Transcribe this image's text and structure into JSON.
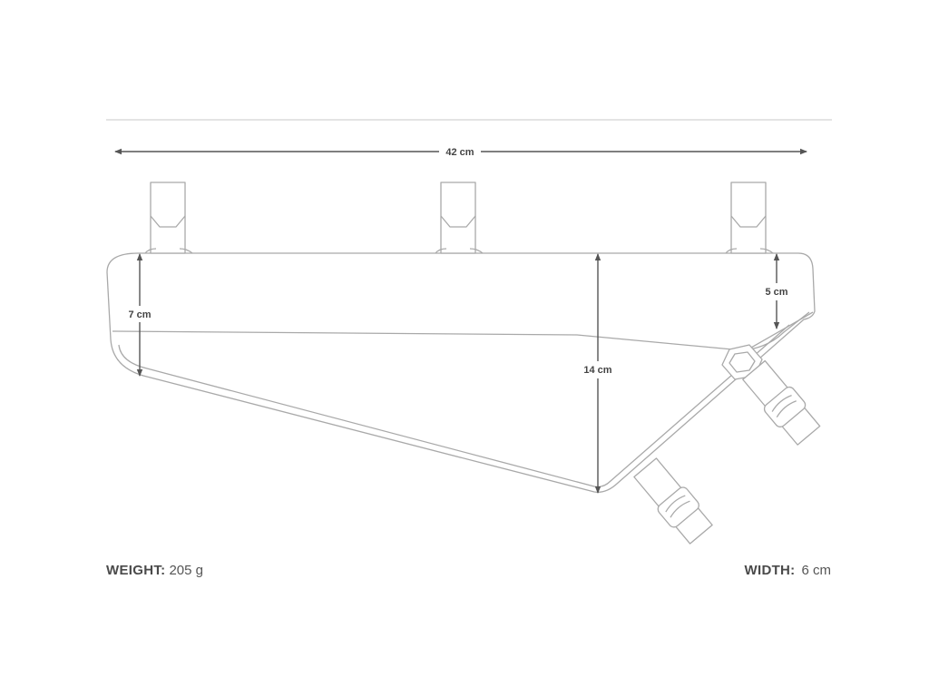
{
  "dimensions": {
    "length": "42 cm",
    "front_height": "7 cm",
    "total_height": "14 cm",
    "rear_height": "5 cm"
  },
  "specs": {
    "weight_label": "WEIGHT:",
    "weight_value": "205 g",
    "width_label": "WIDTH:",
    "width_value": "6 cm"
  },
  "colors": {
    "line": "#a9a9a9",
    "arrow": "#555555",
    "text": "#4a4a4a"
  }
}
